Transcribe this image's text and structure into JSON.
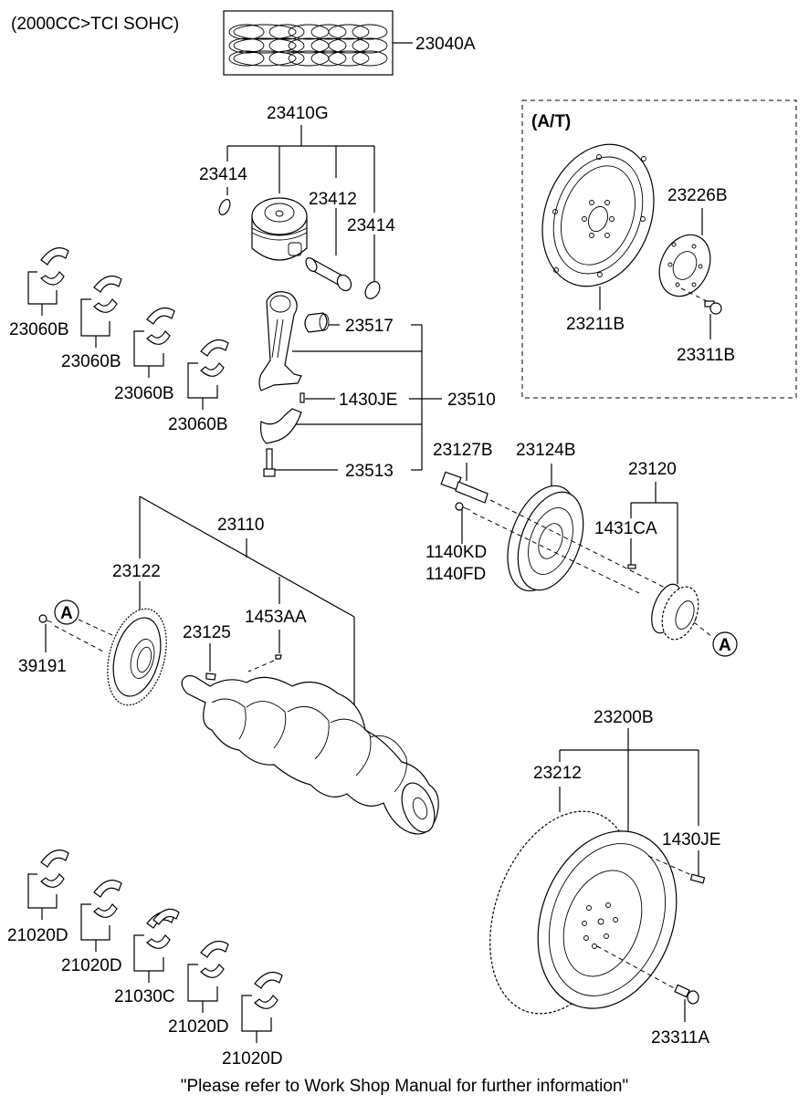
{
  "header": {
    "variant": "(2000CC>TCI SOHC)",
    "at_box_title": "(A/T)"
  },
  "footer_note": "\"Please refer to Work Shop Manual for further information\"",
  "callout_marker": "A",
  "parts": {
    "piston_ring_set": "23040A",
    "piston_assy": "23410G",
    "snap_ring_left": "23414",
    "piston_pin": "23412",
    "snap_ring_right": "23414",
    "upper_bearing_1": "23060B",
    "upper_bearing_2": "23060B",
    "upper_bearing_3": "23060B",
    "upper_bearing_4": "23060B",
    "conrod_bushing": "23517",
    "conrod_pin": "1430JE",
    "conrod_assy": "23510",
    "conrod_bolt": "23513",
    "drive_plate": "23211B",
    "adapter_plate": "23226B",
    "drive_plate_bolt": "23311B",
    "pulley_bolt": "23127B",
    "damper_pulley": "23124B",
    "sprocket_assy": "23120",
    "bolt_kd": "1140KD",
    "bolt_fd": "1140FD",
    "key_ca": "1431CA",
    "crankshaft_assy": "23110",
    "crank_gear": "23122",
    "woodruff_key_aa": "1453AA",
    "crank_key": "23125",
    "gear_bolt": "39191",
    "flywheel_assy": "23200B",
    "ring_gear": "23212",
    "flywheel_pin": "1430JE",
    "flywheel_bolt": "23311A",
    "lower_bearing_1": "21020D",
    "lower_bearing_2": "21020D",
    "thrust_bearing": "21030C",
    "lower_bearing_4": "21020D",
    "lower_bearing_5": "21020D"
  }
}
